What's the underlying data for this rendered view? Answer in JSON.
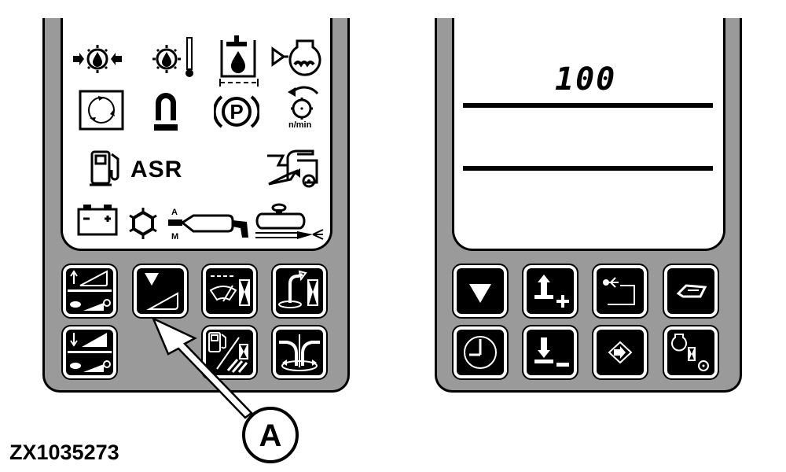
{
  "figure_code": "ZX1035273",
  "callout": {
    "label": "A",
    "target": "reduce-lower-key"
  },
  "left_panel": {
    "lcd_icons": [
      {
        "row": 1,
        "name": "oil-filter-pressure-icon"
      },
      {
        "row": 1,
        "name": "oil-temperature-icon"
      },
      {
        "row": 1,
        "name": "hydraulic-oil-level-icon"
      },
      {
        "row": 1,
        "name": "engine-coolant-icon"
      },
      {
        "row": 2,
        "name": "recirculation-icon"
      },
      {
        "row": 2,
        "name": "magnet-icon"
      },
      {
        "row": 2,
        "name": "parking-brake-icon"
      },
      {
        "row": 2,
        "name": "rotation-speed-icon"
      },
      {
        "row": 3,
        "name": "fuel-icon"
      },
      {
        "row": 3,
        "name": "asr-indicator"
      },
      {
        "row": 3,
        "name": "header-machine-icon"
      },
      {
        "row": 4,
        "name": "battery-icon"
      },
      {
        "row": 4,
        "name": "snowflake-gear-icon"
      },
      {
        "row": 4,
        "name": "am-cylinder-icon"
      },
      {
        "row": 4,
        "name": "tank-spray-icon"
      }
    ],
    "labels": {
      "asr": "ASR",
      "rpm_unit": "n/min"
    },
    "keys": [
      {
        "name": "raise-speed-key"
      },
      {
        "name": "reduce-lower-key"
      },
      {
        "name": "wiper-timer-key"
      },
      {
        "name": "spout-timer-key"
      },
      {
        "name": "lower-speed-key"
      },
      {
        "name": "fuel-timer-key"
      },
      {
        "name": "spout-rotate-key"
      }
    ]
  },
  "right_panel": {
    "display_value": "100",
    "keys": [
      {
        "name": "down-arrow-key"
      },
      {
        "name": "raise-plus-key"
      },
      {
        "name": "return-key"
      },
      {
        "name": "map-key"
      },
      {
        "name": "clock-key"
      },
      {
        "name": "lower-minus-key"
      },
      {
        "name": "enter-key"
      },
      {
        "name": "engine-timer-key"
      }
    ]
  },
  "colors": {
    "panel": "#9a9a9a",
    "key": "#000000",
    "lcd": "#ffffff"
  }
}
